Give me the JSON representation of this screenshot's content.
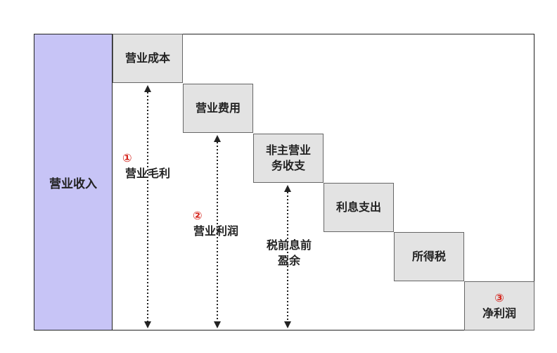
{
  "left_block": {
    "label": "营业收入"
  },
  "steps": [
    {
      "label": "营业成本"
    },
    {
      "label": "营业费用"
    },
    {
      "label": "非主营业\n务收支"
    },
    {
      "label": "利息支出"
    },
    {
      "label": "所得税"
    },
    {
      "label": "净利润",
      "number": "③"
    }
  ],
  "annotations": {
    "gross_profit": {
      "number": "①",
      "label": "营业毛利"
    },
    "operating_profit": {
      "number": "②",
      "label": "营业利润"
    },
    "ebit": {
      "label": "税前息前\n盈余"
    }
  },
  "colors": {
    "left_block_fill": "#c7c4f6",
    "step_fill": "#e3e3e3",
    "number_red": "#d4231b"
  }
}
